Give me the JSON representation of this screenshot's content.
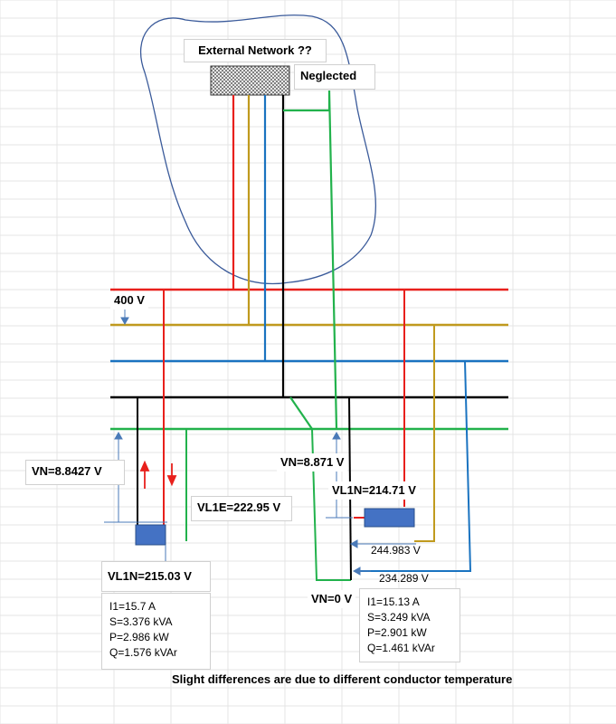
{
  "labels": {
    "external_network": "External Network ??",
    "neglected": "Neglected",
    "voltage_400": "400 V",
    "vn_left": "VN=8.8427 V",
    "vl1e": "VL1E=222.95 V",
    "vn_right": "VN=8.871 V",
    "vl1n_right": "VL1N=214.71 V",
    "v_244": "244.983 V",
    "v_234": "234.289 V",
    "vn_zero": "VN=0 V",
    "vl1n_left": "VL1N=215.03 V"
  },
  "left_load": {
    "current": "I1=15.7 A",
    "apparent": "S=3.376 kVA",
    "active": "P=2.986 kW",
    "reactive": "Q=1.576 kVAr"
  },
  "right_load": {
    "current": "I1=15.13 A",
    "apparent": "S=3.249 kVA",
    "active": "P=2.901 kW",
    "reactive": "Q=1.461 kVAr"
  },
  "footnote": "Slight differences are due to different conductor temperature",
  "colors": {
    "phase_l1": "#e8201c",
    "phase_l2": "#c09a1e",
    "phase_l3": "#1a73c0",
    "neutral": "#000000",
    "earth": "#22b24c",
    "load_box": "#4472c4",
    "cloud_outline": "#3a5a9a",
    "arrow": "#4a7ab8"
  }
}
